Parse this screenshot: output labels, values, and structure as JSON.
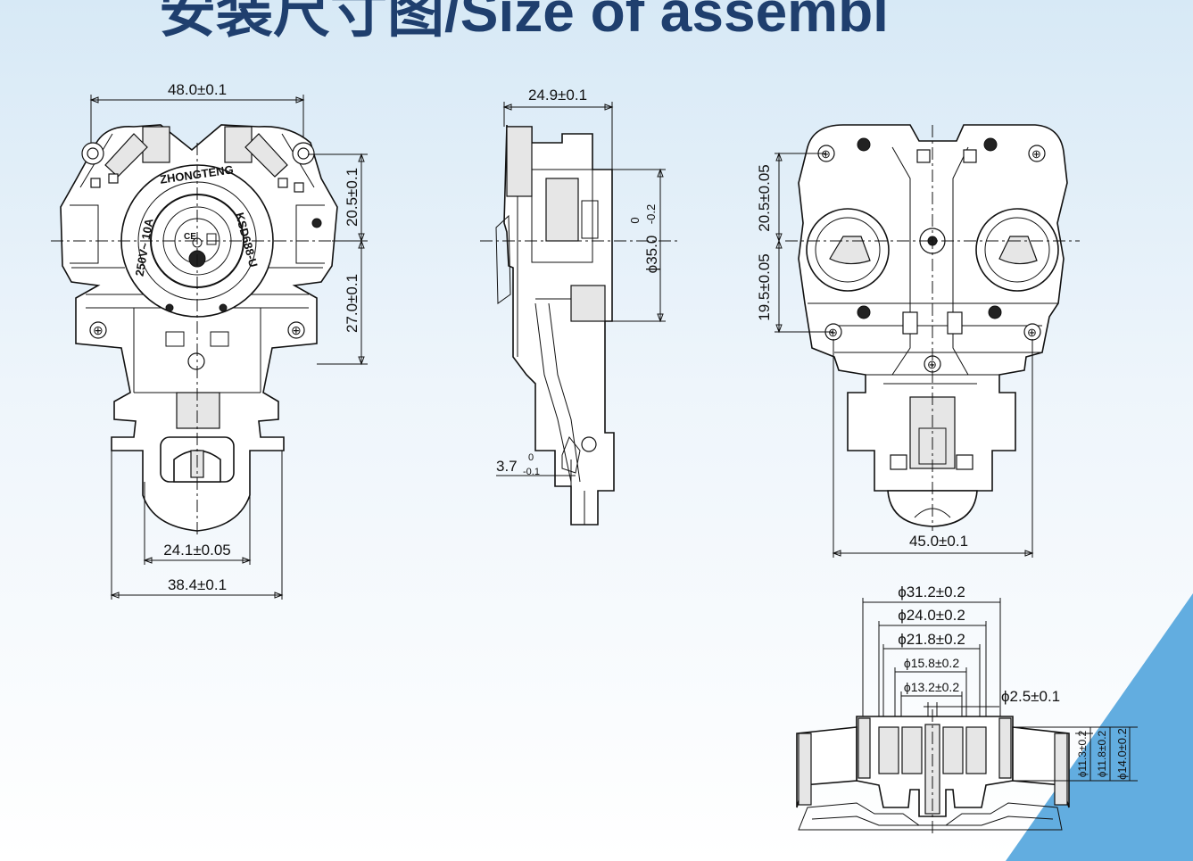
{
  "title": "安装尺寸图/Size of assembl",
  "front_view": {
    "top_width": "48.0±0.1",
    "upper_height": "20.5±0.1",
    "lower_height": "27.0±0.1",
    "inner_width": "24.1±0.05",
    "bottom_width": "38.4±0.1",
    "label_brand": "ZHONGTENG",
    "label_model": "KSD688-U",
    "label_rating": "250V~ 10A",
    "label_ce": "CE"
  },
  "side_view": {
    "width": "24.9±0.1",
    "diameter": "ϕ35.0",
    "diameter_tol_upper": "0",
    "diameter_tol_lower": "-0.2",
    "step": "3.7",
    "step_tol_upper": "0",
    "step_tol_lower": "-0.1"
  },
  "back_view": {
    "upper_offset": "20.5±0.05",
    "lower_offset": "19.5±0.05",
    "bottom_width": "45.0±0.1"
  },
  "section_view": {
    "d1": "ϕ31.2±0.2",
    "d2": "ϕ24.0±0.2",
    "d3": "ϕ21.8±0.2",
    "d4": "ϕ15.8±0.2",
    "d5": "ϕ13.2±0.2",
    "d6": "ϕ2.5±0.1",
    "h1": "ϕ11.3±0.2",
    "h2": "ϕ11.8±0.2",
    "h3": "ϕ14.0±0.2"
  }
}
